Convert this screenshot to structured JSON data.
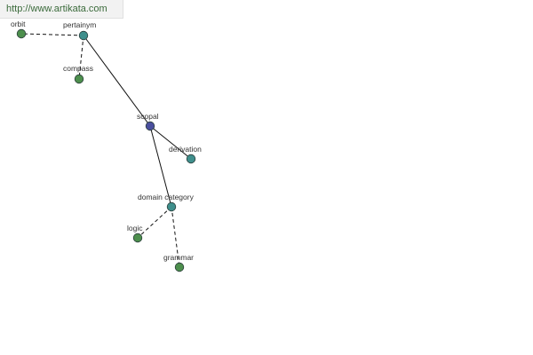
{
  "banner": {
    "url": "http://www.artikata.com"
  },
  "colors": {
    "center_node": "#4a4f9e",
    "inner_node": "#3f8f8c",
    "leaf_node": "#4d8f4d",
    "node_stroke": "#2a3d3a",
    "edge": "#111111"
  },
  "graph": {
    "nodes": [
      {
        "id": "orbit",
        "label": "orbit",
        "kind": "leaf"
      },
      {
        "id": "pertainym",
        "label": "pertainym",
        "kind": "inner"
      },
      {
        "id": "compass",
        "label": "compass",
        "kind": "leaf"
      },
      {
        "id": "scopal",
        "label": "scopal",
        "kind": "center"
      },
      {
        "id": "derivation",
        "label": "derivation",
        "kind": "inner"
      },
      {
        "id": "domain_category",
        "label": "domain category",
        "kind": "inner"
      },
      {
        "id": "logic",
        "label": "logic",
        "kind": "leaf"
      },
      {
        "id": "grammar",
        "label": "grammar",
        "kind": "leaf"
      }
    ],
    "edges": [
      {
        "from": "pertainym",
        "to": "orbit",
        "style": "dashed"
      },
      {
        "from": "pertainym",
        "to": "compass",
        "style": "dashed"
      },
      {
        "from": "scopal",
        "to": "pertainym",
        "style": "solid"
      },
      {
        "from": "scopal",
        "to": "derivation",
        "style": "solid"
      },
      {
        "from": "scopal",
        "to": "domain_category",
        "style": "solid"
      },
      {
        "from": "domain_category",
        "to": "logic",
        "style": "dashed"
      },
      {
        "from": "domain_category",
        "to": "grammar",
        "style": "dashed"
      }
    ]
  }
}
